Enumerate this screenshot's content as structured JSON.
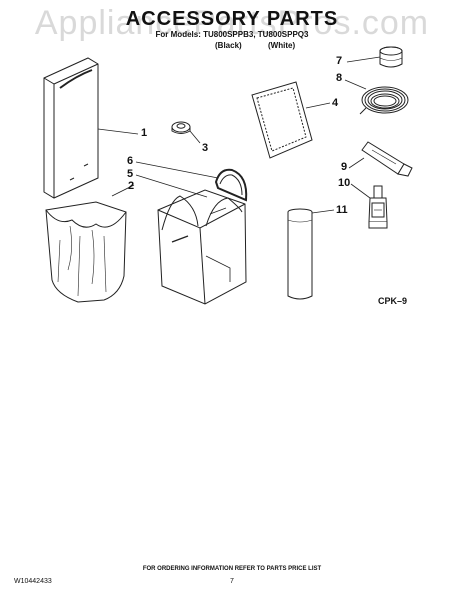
{
  "header": {
    "title": "ACCESSORY PARTS",
    "models": "For Models: TU800SPPB3, TU800SPPQ3",
    "color_black": "(Black)",
    "color_white": "(White)"
  },
  "watermark": "AppliancePartsPros.com",
  "callouts": [
    "1",
    "2",
    "3",
    "4",
    "5",
    "6",
    "7",
    "8",
    "9",
    "10",
    "11"
  ],
  "diagram_code": "CPK–9",
  "footer": {
    "ordering_note": "FOR ORDERING INFORMATION REFER TO PARTS PRICE LIST",
    "doc_number": "W10442433",
    "page_number": "7"
  }
}
